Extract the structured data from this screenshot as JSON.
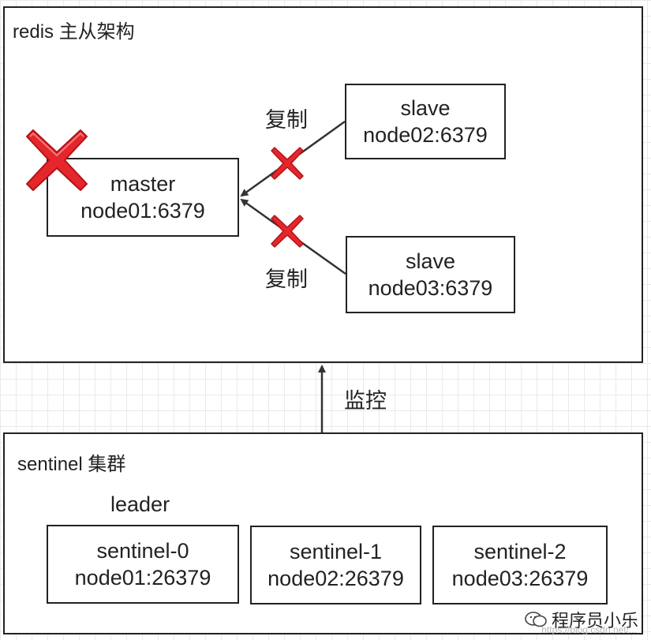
{
  "redis_cluster": {
    "title": "redis 主从架构",
    "master": {
      "role": "master",
      "address": "node01:6379",
      "status": "failed"
    },
    "slave_a": {
      "role": "slave",
      "address": "node02:6379"
    },
    "slave_b": {
      "role": "slave",
      "address": "node03:6379"
    },
    "replication_label_a": "复制",
    "replication_label_b": "复制"
  },
  "monitor_label": "监控",
  "sentinel_cluster": {
    "title": "sentinel 集群",
    "leader_label": "leader",
    "nodes": [
      {
        "name": "sentinel-0",
        "address": "node01:26379"
      },
      {
        "name": "sentinel-1",
        "address": "node02:26379"
      },
      {
        "name": "sentinel-2",
        "address": "node03:26379"
      }
    ]
  },
  "watermark": {
    "text": "程序员小乐",
    "url": "https://blog.csdn.net/..."
  },
  "colors": {
    "failure_red": "#e5262b",
    "line": "#333333",
    "border": "#222222"
  }
}
